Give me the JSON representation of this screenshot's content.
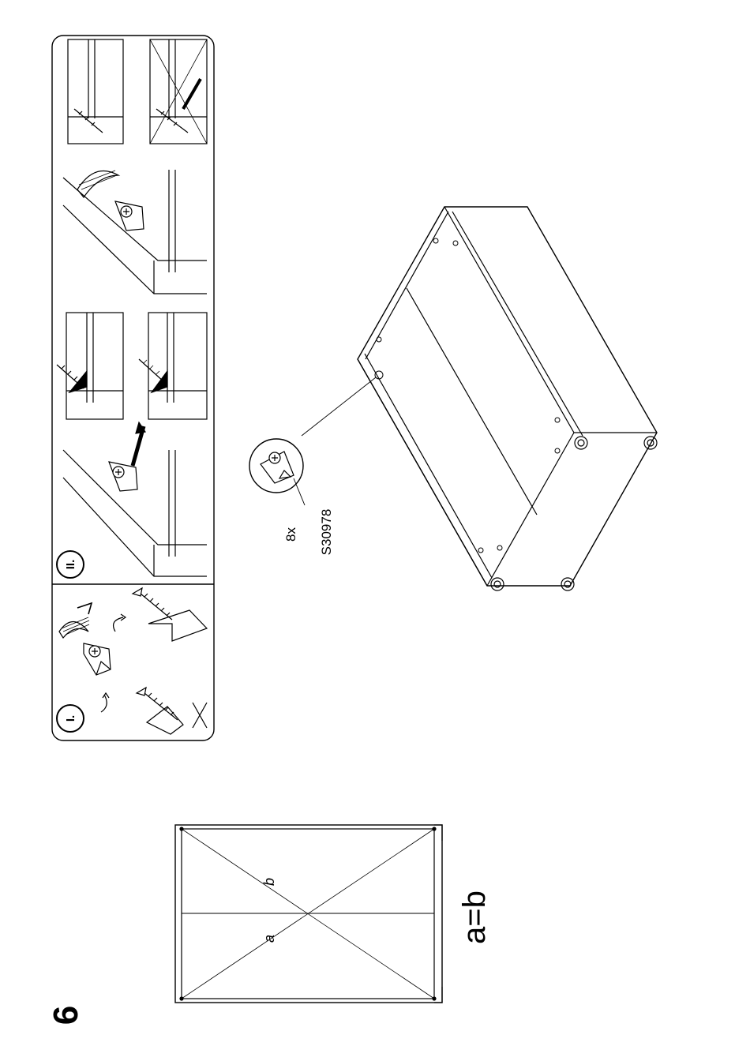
{
  "step": {
    "number": "6"
  },
  "instruction_panel": {
    "stage_1_label": "I.",
    "stage_2_label": "II."
  },
  "callout": {
    "quantity": "8x",
    "part_code": "S30978"
  },
  "diagonal_check": {
    "label_a": "a",
    "label_b": "b",
    "equation": "a=b"
  },
  "icons": [
    "screwdriver-icon",
    "screw-icon",
    "corner-bracket-icon",
    "arrow-icon",
    "cross-out-icon"
  ]
}
